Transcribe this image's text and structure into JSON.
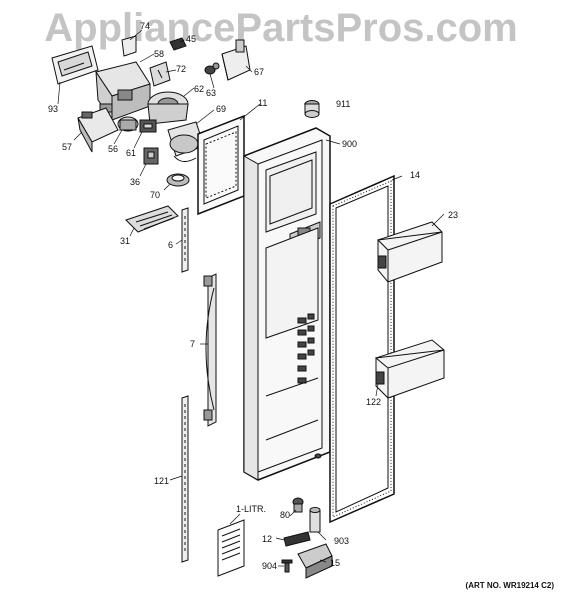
{
  "watermark": "AppliancePartsPros.com",
  "art_number": "(ART NO. WR19214 C2)",
  "callouts": {
    "c74": "74",
    "c45": "45",
    "c58": "58",
    "c72": "72",
    "c67": "67",
    "c93": "93",
    "c63": "63",
    "c62": "62",
    "c69": "69",
    "c11": "11",
    "c911": "911",
    "c57": "57",
    "c56": "56",
    "c61": "61",
    "c900": "900",
    "c36": "36",
    "c70": "70",
    "c14": "14",
    "c23": "23",
    "c31": "31",
    "c6": "6",
    "c7": "7",
    "c122": "122",
    "c121": "121",
    "c1litr": "1-LITR.",
    "c80": "80",
    "c12": "12",
    "c903": "903",
    "c904": "904",
    "c15": "15"
  }
}
